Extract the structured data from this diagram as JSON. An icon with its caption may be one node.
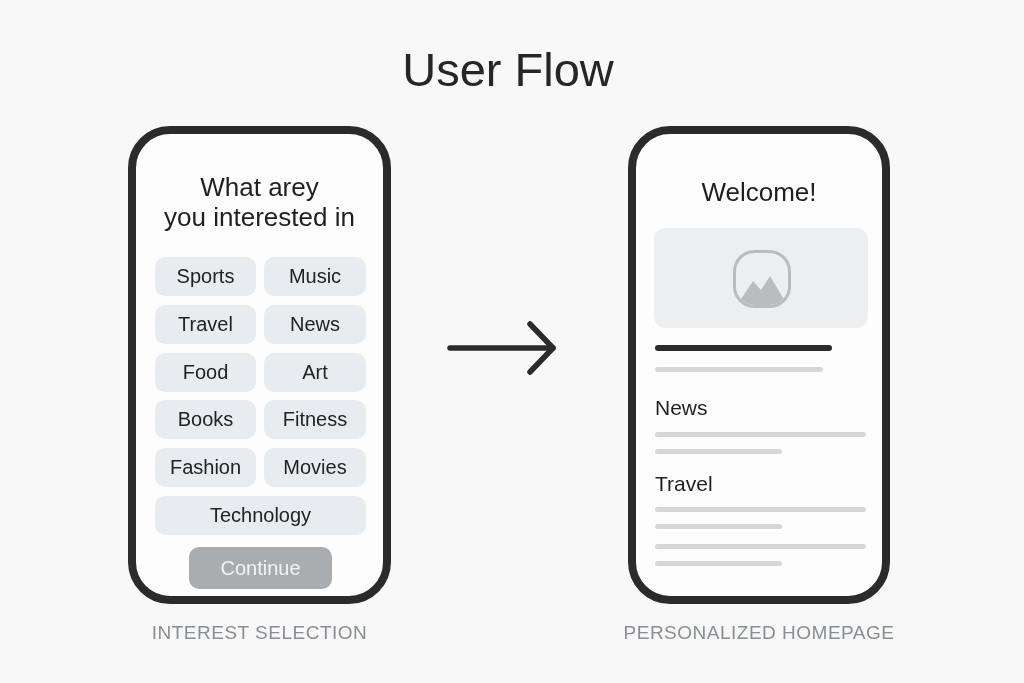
{
  "diagram": {
    "title": "User Flow",
    "nodes": [
      {
        "text": [
          "What arey you interested in"
        ],
        "beside": [
          "INTEREST SELECTION"
        ]
      },
      {
        "text": [
          "Sports"
        ],
        "in": 0
      },
      {
        "text": [
          "Music"
        ],
        "in": 0
      },
      {
        "text": [
          "Travel"
        ],
        "in": 0
      },
      {
        "text": [
          "News"
        ],
        "in": 0
      },
      {
        "text": [
          "Food"
        ],
        "in": 0
      },
      {
        "text": [
          "Art"
        ],
        "in": 0
      },
      {
        "text": [
          "Books"
        ],
        "in": 0
      },
      {
        "text": [
          "Fitness"
        ],
        "in": 0
      },
      {
        "text": [
          "Fashion"
        ],
        "in": 0
      },
      {
        "text": [
          "Movies"
        ],
        "in": 0
      },
      {
        "text": [
          "Technology"
        ],
        "in": 0
      },
      {
        "text": [
          "Continue"
        ],
        "in": 0
      },
      {
        "text": [
          "Welcome!"
        ],
        "beside": [
          "PERSONALIZED HOMEPAGE"
        ]
      },
      {
        "text": [],
        "shape": "picture",
        "in": 13
      }
    ],
    "edges": [
      {
        "from": 0,
        "to": 13,
        "arrow": "to"
      }
    ],
    "labels": [
      "News",
      "Travel"
    ]
  }
}
